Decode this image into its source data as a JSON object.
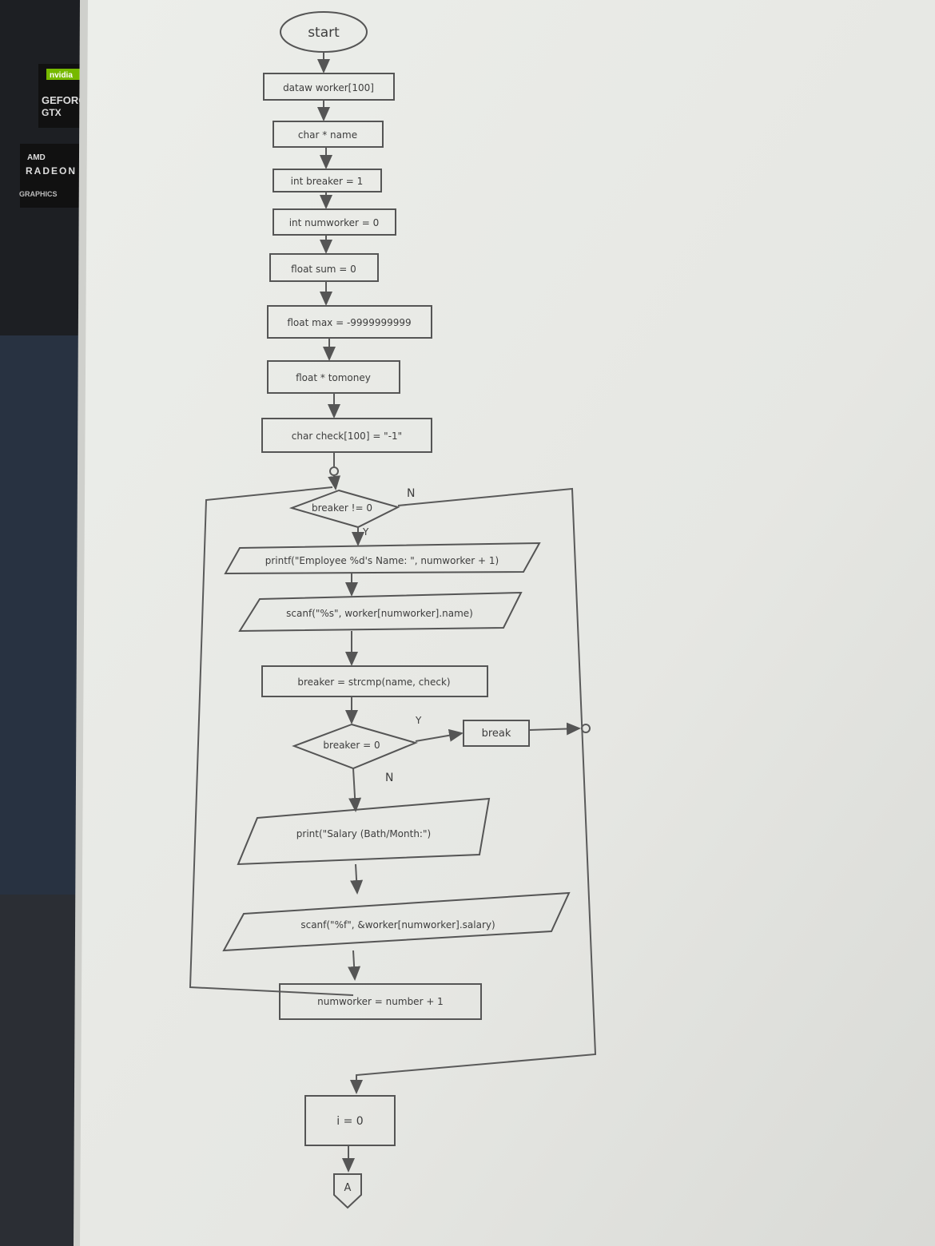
{
  "stickers": {
    "nvidia": "nvidia",
    "geforce": "GEFORCE",
    "gtx": "GTX",
    "amd": "AMD",
    "radeon": "RADEON",
    "graphics": "GRAPHICS"
  },
  "flowchart": {
    "start": "start",
    "steps": [
      "dataw worker[100]",
      "char * name",
      "int breaker = 1",
      "int numworker = 0",
      "float sum = 0",
      "float max = -9999999999",
      "float * tomoney",
      "char check[100] = \"-1\""
    ],
    "loop_condition": "breaker != 0",
    "loop_yes": "Y",
    "loop_no": "N",
    "loop_body": [
      "printf(\"Employee %d's Name: \", numworker + 1)",
      "scanf(\"%s\", worker[numworker].name)",
      "breaker = strcmp(name, check)"
    ],
    "break_condition": "breaker = 0",
    "break_yes": "Y",
    "break_no": "N",
    "break_label": "break",
    "after_break": [
      "print(\"Salary (Bath/Month:\")",
      "scanf(\"%f\", &worker[numworker].salary)",
      "numworker = number + 1"
    ],
    "after_loop": "i = 0",
    "connector": "A"
  },
  "colors": {
    "paper": "#e7e8e4",
    "ink": "#3d3d3d",
    "nvidia_green": "#76b900"
  }
}
